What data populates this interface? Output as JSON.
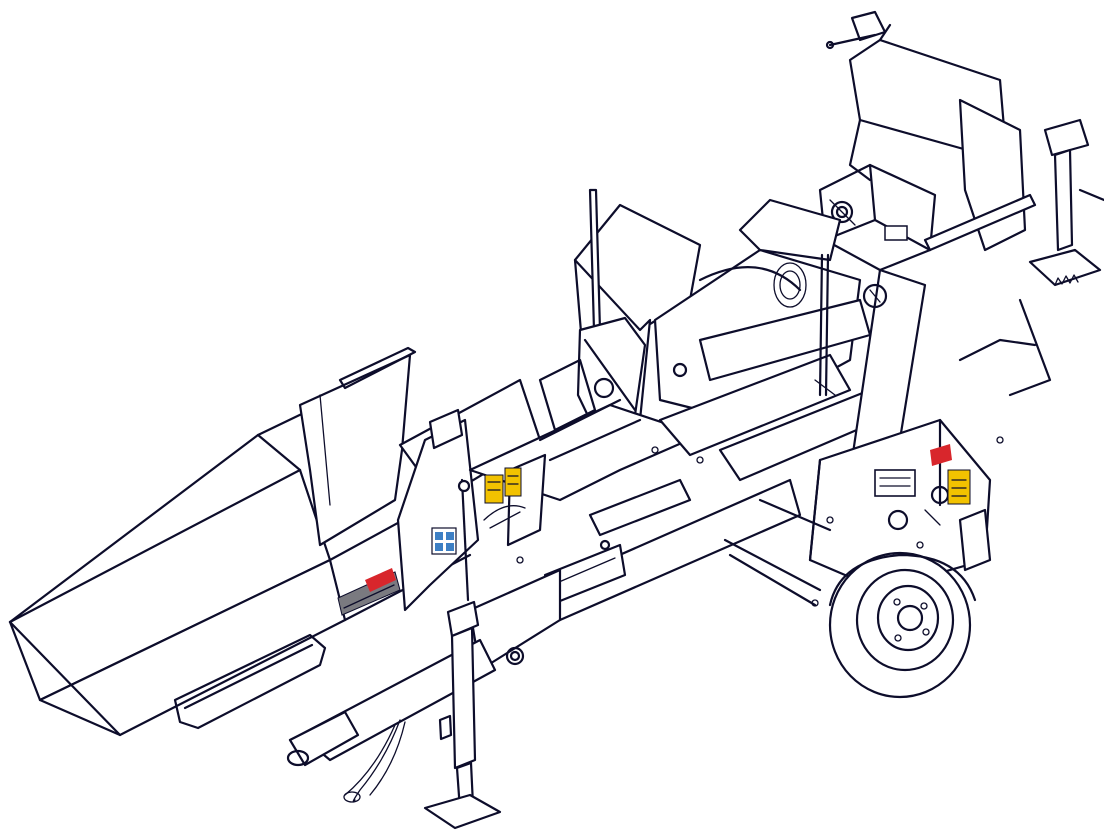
{
  "drawing": {
    "colors": {
      "line": "#0d0d2b",
      "background": "#ffffff",
      "decal_yellow": "#f2c200",
      "decal_blue": "#3d7fc4",
      "decal_red": "#d8262c",
      "decal_grey": "#7a7a80"
    },
    "icons": [
      "warning-decal",
      "control-panel-decal",
      "brand-stripe-decal",
      "gauge-decal"
    ]
  }
}
